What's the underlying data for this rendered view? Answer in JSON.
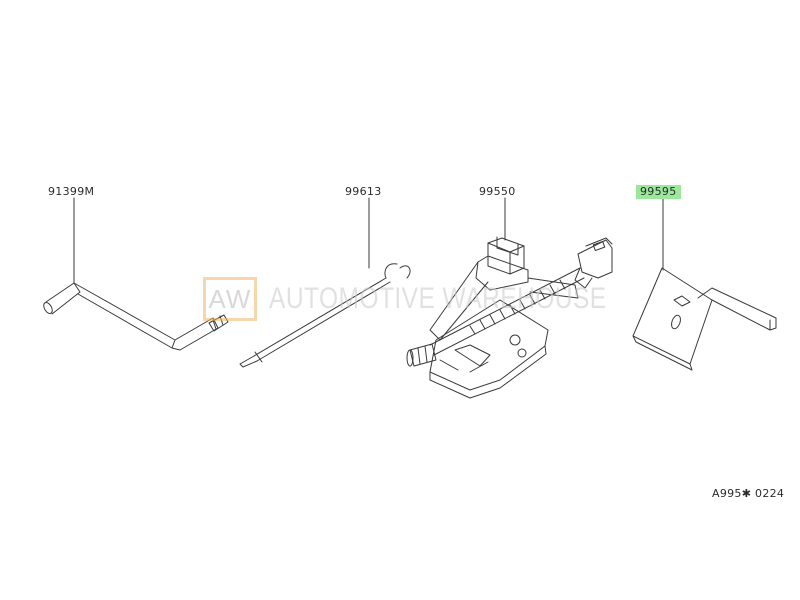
{
  "parts": [
    {
      "label": "91399M",
      "highlighted": false
    },
    {
      "label": "99613",
      "highlighted": false
    },
    {
      "label": "99550",
      "highlighted": false
    },
    {
      "label": "99595",
      "highlighted": true
    }
  ],
  "reference_code": "A995✱ 0224",
  "watermark": {
    "logo": "AW",
    "text": "AUTOMOTIVE WAREHOUSE"
  },
  "colors": {
    "line": "#3a3a3a",
    "highlight": "#9be79b",
    "watermark_frame": "#f0b56e",
    "watermark_text": "#c9c9c9"
  }
}
